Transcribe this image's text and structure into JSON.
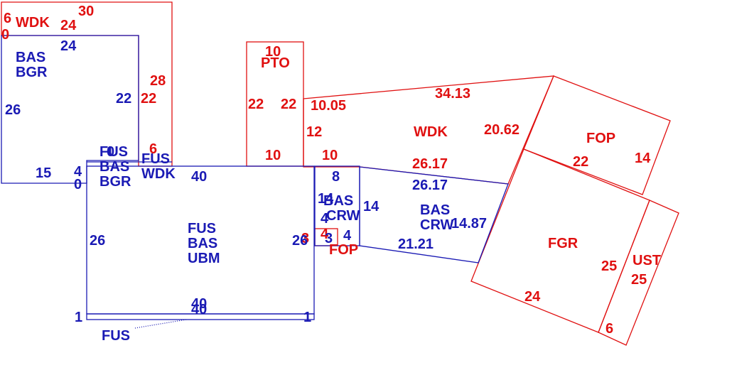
{
  "colors": {
    "red": "#e01010",
    "blue": "#1a1ab4",
    "background": "#ffffff"
  },
  "labels": {
    "wdk_top_left": "WDK",
    "bas_bgr_top": "BAS",
    "bas_bgr_bottom": "BGR",
    "pto": "PTO",
    "fus_bas_bgr_1": "FUS",
    "fus_bas_bgr_2": "BAS",
    "fus_bas_bgr_3": "BGR",
    "fus_wdk_1": "FUS",
    "fus_wdk_2": "WDK",
    "fus_bas_ubm_1": "FUS",
    "fus_bas_ubm_2": "BAS",
    "fus_bas_ubm_3": "UBM",
    "bas_crw_small_1": "BAS",
    "bas_crw_small_2": "CRW",
    "fop_small": "FOP",
    "bas_crw_large_1": "BAS",
    "bas_crw_large_2": "CRW",
    "wdk_right": "WDK",
    "fop_right": "FOP",
    "fgr": "FGR",
    "ust": "UST",
    "fus_bottom": "FUS"
  },
  "dimensions": {
    "d_6_tl": "6",
    "d_0_tl": "0",
    "d_30": "30",
    "d_24_red_top": "24",
    "d_24_blue_top": "24",
    "d_28": "28",
    "d_22_blue_bas": "22",
    "d_22_red_bas": "22",
    "d_26_left": "26",
    "d_15": "15",
    "d_4_left": "4",
    "d_0_left": "0",
    "d_6_mid": "6",
    "d_0_mid": "0",
    "d_10_pto_top": "10",
    "d_22_pto_left": "22",
    "d_22_pto_right": "22",
    "d_10_pto_bottom": "10",
    "d_40_top": "40",
    "d_26_ubm_left": "26",
    "d_26_ubm_right": "26",
    "d_40_bottom_a": "40",
    "d_40_bottom_b": "40",
    "d_1_left": "1",
    "d_1_right": "1",
    "d_8": "8",
    "d_14_small": "14",
    "d_14_crw": "14",
    "d_4_crw": "4",
    "d_4_small_a": "4",
    "d_3_red": "3",
    "d_3_blue": "3",
    "d_4_small_b": "4",
    "d_10_05": "10.05",
    "d_12": "12",
    "d_10_right": "10",
    "d_34_13": "34.13",
    "d_20_62": "20.62",
    "d_26_17_red": "26.17",
    "d_26_17_blue": "26.17",
    "d_14_87": "14.87",
    "d_21_21": "21.21",
    "d_22_fop": "22",
    "d_14_fop": "14",
    "d_25_fgr": "25",
    "d_25_ust": "25",
    "d_24_fgr": "24",
    "d_6_ust": "6"
  }
}
